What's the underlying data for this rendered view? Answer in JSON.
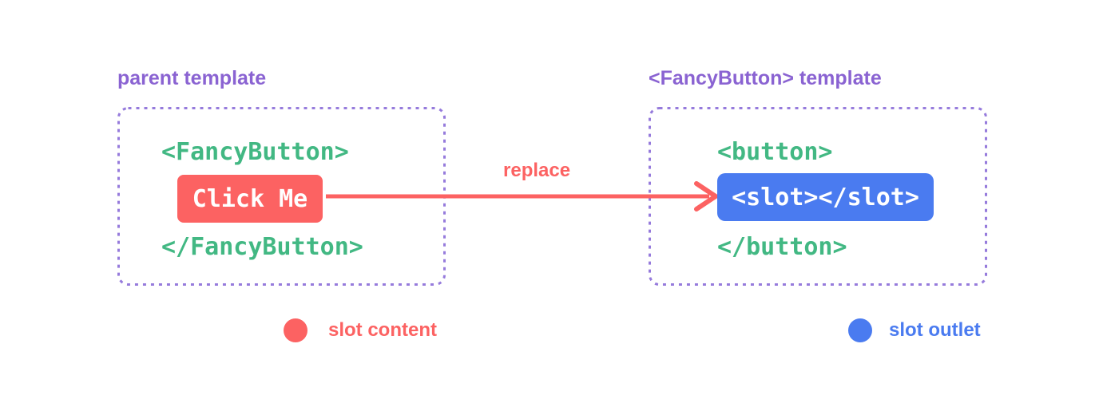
{
  "diagram": {
    "title_context": "Vue slot content replacement diagram",
    "left": {
      "title": "parent template",
      "open_tag": "<FancyButton>",
      "button_label": "Click Me",
      "close_tag": "</FancyButton>"
    },
    "arrow": {
      "label": "replace"
    },
    "right": {
      "title": "<FancyButton> template",
      "open_tag": "<button>",
      "slot_label": "<slot></slot>",
      "close_tag": "</button>"
    },
    "legend": {
      "slot_content_label": "slot content",
      "slot_outlet_label": "slot outlet"
    },
    "colors": {
      "purple_title": "#8a63d2",
      "purple_border": "#967bdc",
      "green_code": "#42b883",
      "red_accent": "#fc6262",
      "blue_accent": "#4a7bf0",
      "pill_text": "#ffffff",
      "background": "#ffffff"
    }
  }
}
